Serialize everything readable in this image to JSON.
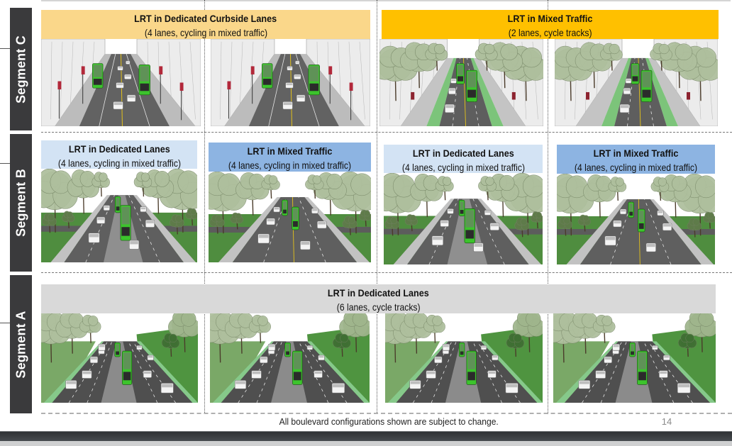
{
  "slide": {
    "disclaimer": "All boulevard configurations shown are subject to change.",
    "page_number": "14"
  },
  "colors": {
    "segment_label_bg": "#3a3a3c",
    "curbside_header": "#fad78a",
    "mixed_cycletrack_header": "#ffc000",
    "dedicated_header": "#d3e3f4",
    "mixed_header": "#8db4e2",
    "segment_a_header": "#d9d9d9",
    "tram_green": "#3cc42c"
  },
  "segments": [
    {
      "label": "Segment C",
      "headers": [
        {
          "title": "LRT in Dedicated Curbside Lanes",
          "subtitle": "(4 lanes, cycling in mixed traffic)",
          "color": "#fad78a"
        },
        {
          "title": "LRT in Mixed Traffic",
          "subtitle": "(2 lanes, cycle tracks)",
          "color": "#ffc000"
        }
      ],
      "images": [
        {
          "scene": "downtown-curbside"
        },
        {
          "scene": "downtown-curbside"
        },
        {
          "scene": "downtown-cycletracks"
        },
        {
          "scene": "downtown-cycletracks"
        }
      ]
    },
    {
      "label": "Segment B",
      "headers": [
        {
          "title": "LRT in Dedicated Lanes",
          "subtitle": "(4 lanes, cycling in mixed traffic)",
          "color": "#d3e3f4"
        },
        {
          "title": "LRT in Mixed Traffic",
          "subtitle": "(4 lanes, cycling in mixed traffic)",
          "color": "#8db4e2"
        },
        {
          "title": "LRT in Dedicated Lanes",
          "subtitle": "(4 lanes, cycling in mixed traffic)",
          "color": "#d3e3f4"
        },
        {
          "title": "LRT in Mixed Traffic",
          "subtitle": "(4 lanes, cycling in mixed traffic)",
          "color": "#8db4e2"
        }
      ],
      "images": [
        {
          "scene": "boulevard-dedicated"
        },
        {
          "scene": "boulevard-mixed"
        },
        {
          "scene": "boulevard-dedicated"
        },
        {
          "scene": "boulevard-mixed"
        }
      ]
    },
    {
      "label": "Segment A",
      "headers": [
        {
          "title": "LRT in Dedicated Lanes",
          "subtitle": "(6 lanes, cycle tracks)",
          "color": "#d9d9d9"
        }
      ],
      "images": [
        {
          "scene": "six-lane"
        },
        {
          "scene": "six-lane"
        },
        {
          "scene": "six-lane"
        },
        {
          "scene": "six-lane"
        }
      ]
    }
  ]
}
